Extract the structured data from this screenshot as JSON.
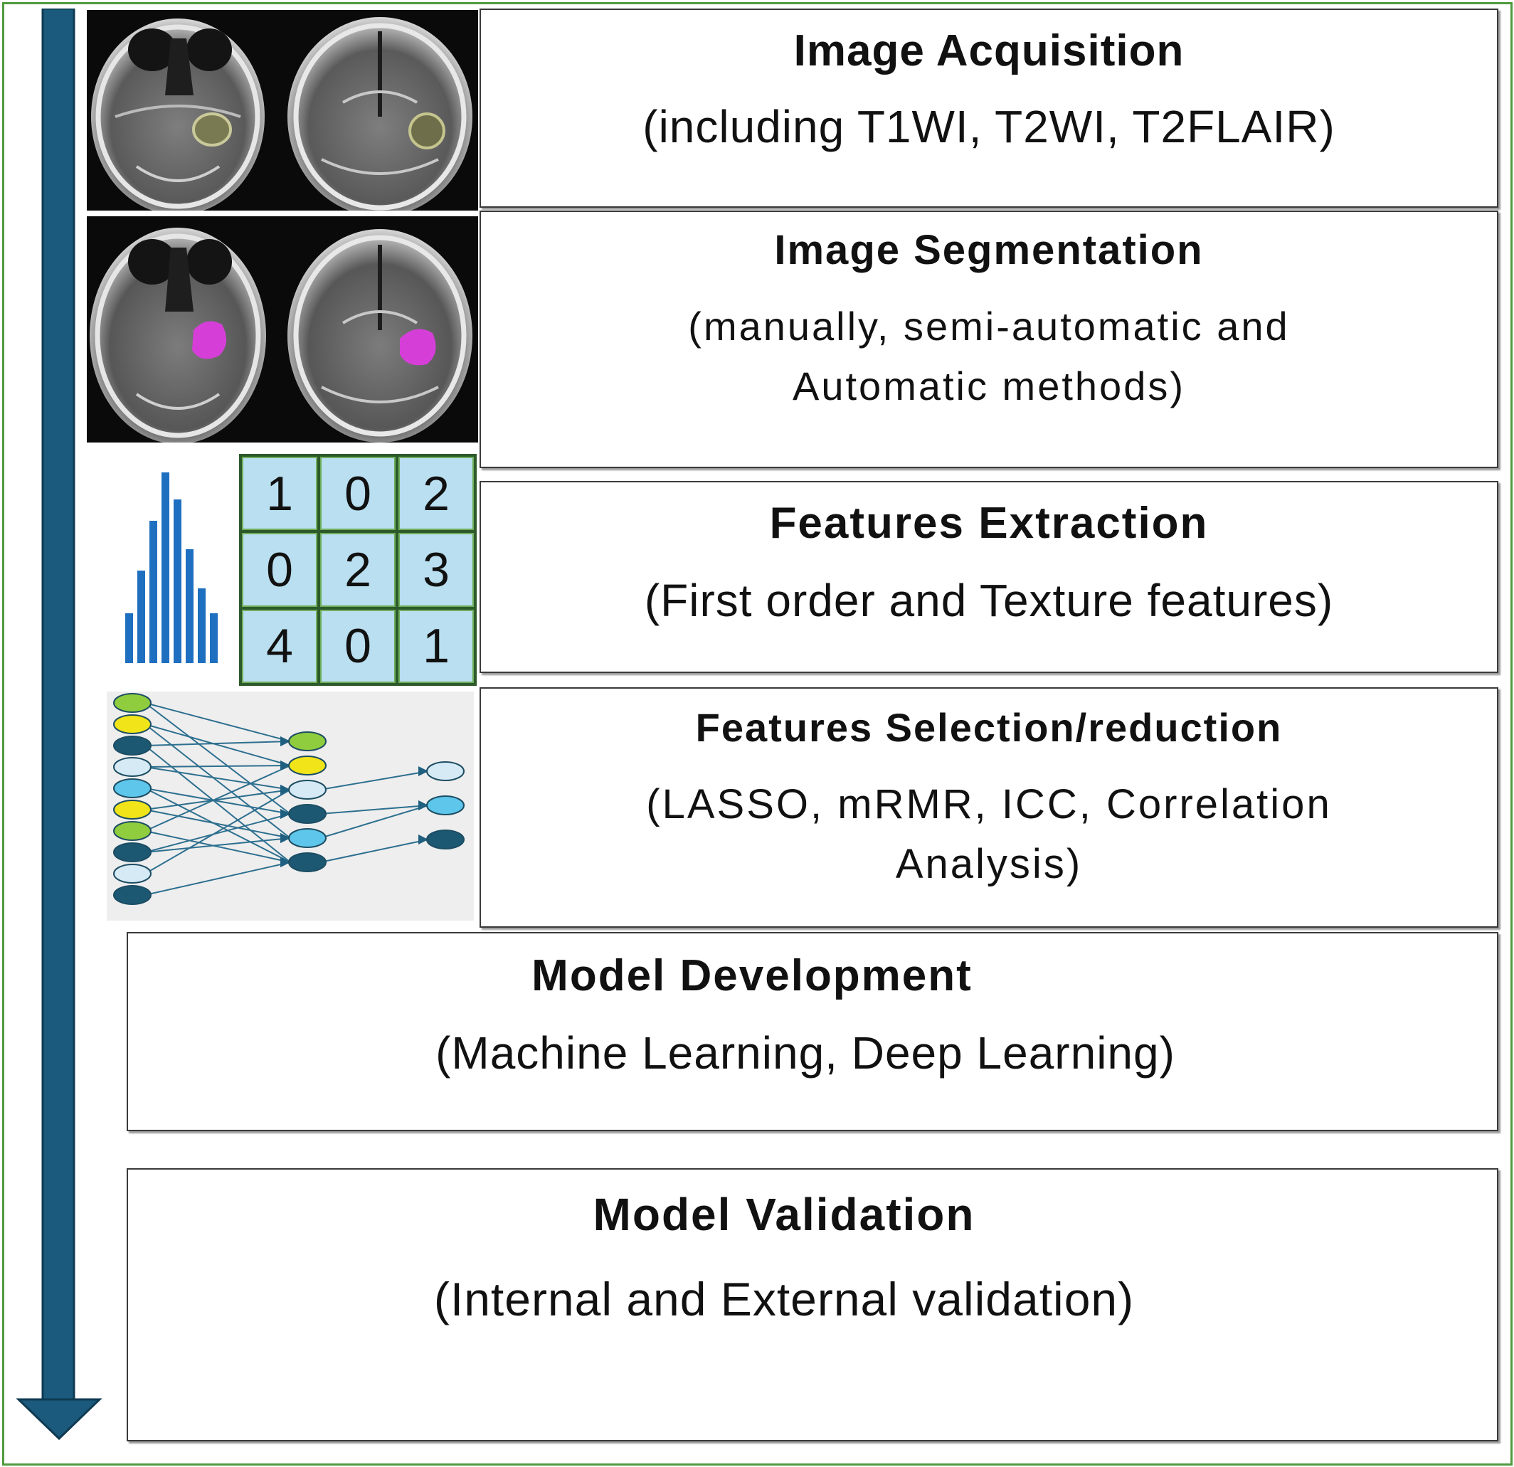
{
  "stages": [
    {
      "title": "Image Acquisition",
      "detail": "(including T1WI, T2WI, T2FLAIR)"
    },
    {
      "title": "Image Segmentation",
      "detail": "(manually, semi-automatic and\nAutomatic methods)"
    },
    {
      "title": "Features Extraction",
      "detail": "(First order and Texture features)"
    },
    {
      "title": "Features Selection/reduction",
      "detail": "(LASSO, mRMR, ICC, Correlation\nAnalysis)"
    },
    {
      "title": "Model Development",
      "detail": "(Machine Learning, Deep Learning)"
    },
    {
      "title": "Model Validation",
      "detail": "(Internal and External validation)"
    }
  ],
  "feature_matrix": [
    [
      "1",
      "0",
      "2"
    ],
    [
      "0",
      "2",
      "3"
    ],
    [
      "4",
      "0",
      "1"
    ]
  ],
  "colors": {
    "frame": "#4f9a3c",
    "arrow": "#1b5a7c",
    "histogram": "#1f6fc0",
    "matrix_cell": "#b9dff0",
    "segmentation": "#d53fd8",
    "node_green": "#8fcd3e",
    "node_yellow": "#f1e51a",
    "node_dark": "#1c5872",
    "node_light": "#d6eaf5",
    "node_cyan": "#5ec6ea"
  },
  "icons": [
    "pipeline-arrow-icon",
    "mri-acquisition-image",
    "mri-segmentation-image",
    "histogram-icon",
    "feature-matrix-icon",
    "neural-network-icon"
  ]
}
